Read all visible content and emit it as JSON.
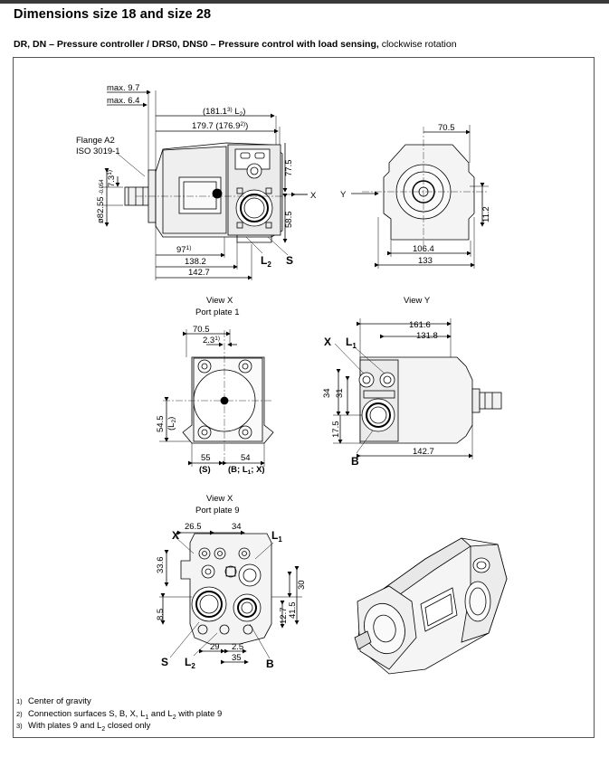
{
  "header": {
    "title": "Dimensions size 18 and size 28",
    "subtitle_bold": "DR, DN – Pressure controller / DRS0, DNS0 – Pressure control with load sensing,",
    "subtitle_rest": " clockwise rotation"
  },
  "side_view": {
    "max_9_7": "max. 9.7",
    "max_6_4": "max. 6.4",
    "dim_181": "(181.1",
    "dim_181_sup": "3)",
    "dim_181_end": " L",
    "dim_181_sub": "2",
    "dim_181_close": ")",
    "dim_179": "179.7 (176.9",
    "dim_179_sup": "2)",
    "dim_179_close": ")",
    "flange_1": "Flange A2",
    "flange_2": "ISO 3019-1",
    "dim_7_3": "7.3",
    "dim_7_3_sup": "1)",
    "dim_diam": "ø82.55",
    "dim_diam_tol": "-0.054",
    "dim_77_5": "77.5",
    "dim_58_5": "58.5",
    "x_label": "X",
    "dim_97": "97",
    "dim_97_sup": "1)",
    "dim_138": "138.2",
    "dim_142": "142.7",
    "l2": "L",
    "l2_sub": "2",
    "s": "S"
  },
  "front_view": {
    "dim_70_5": "70.5",
    "y_label": "Y",
    "dim_11_2": "11.2",
    "dim_106": "106.4",
    "dim_133": "133"
  },
  "view_x1": {
    "caption_1": "View X",
    "caption_2": "Port plate 1",
    "dim_70_5": "70.5",
    "dim_2_3": "2.3",
    "dim_2_3_sup": "1)",
    "dim_54_5": "54.5",
    "dim_l2": "(L",
    "dim_l2_sub": "2",
    "dim_l2_close": ")",
    "dim_55": "55",
    "dim_54": "54",
    "s_paren": "(S)",
    "b_l1_x": "(B; L",
    "b_l1_x_sub": "1",
    "b_l1_x_end": "; X)"
  },
  "view_y": {
    "caption": "View Y",
    "dim_161_6": "161.6",
    "dim_131_8": "131.8",
    "x": "X",
    "l1": "L",
    "l1_sub": "1",
    "dim_34": "34",
    "dim_31": "31",
    "dim_17_5": "17.5",
    "dim_142_7": "142.7",
    "b": "B"
  },
  "view_x9": {
    "caption_1": "View X",
    "caption_2": "Port plate 9",
    "x": "X",
    "dim_26_5": "26.5",
    "dim_34": "34",
    "l1": "L",
    "l1_sub": "1",
    "dim_33_6": "33.6",
    "dim_30": "30",
    "dim_41_5": "41.5",
    "dim_12_7": "12.7",
    "dim_8_5": "8.5",
    "dim_29": "29",
    "dim_2_5": "2.5",
    "dim_35": "35",
    "s": "S",
    "l2": "L",
    "l2_sub": "2",
    "b": "B"
  },
  "footnotes": [
    {
      "num": "1)",
      "text": "Center of gravity"
    },
    {
      "num": "2)",
      "text": "Connection surfaces S, B, X, L",
      "sub1": "1",
      "mid": " and L",
      "sub2": "2",
      "end": " with plate 9"
    },
    {
      "num": "3)",
      "text": "With plates 9 and L",
      "sub1": "2",
      "mid": " closed only",
      "sub2": "",
      "end": ""
    }
  ]
}
